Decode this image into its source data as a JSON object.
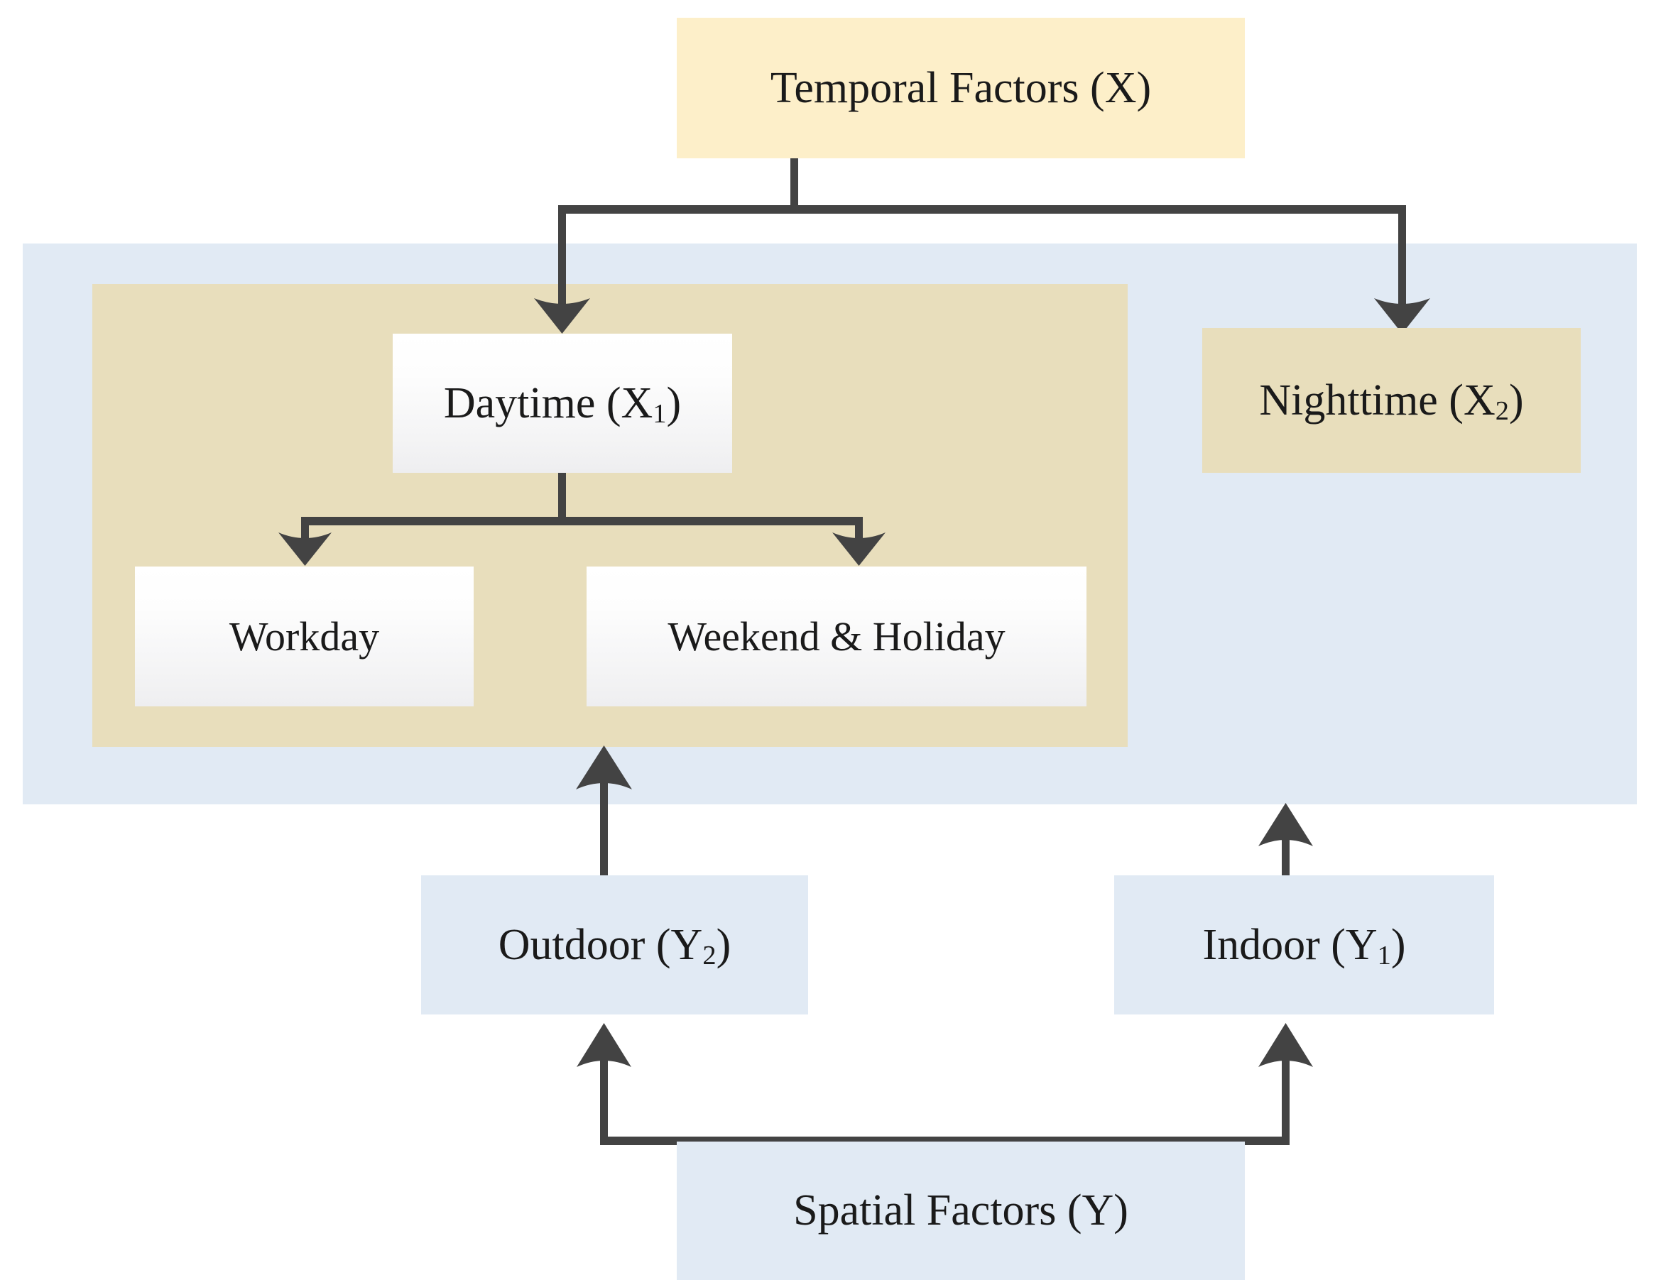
{
  "diagram": {
    "title_node": {
      "label": "Temporal Factors (X)",
      "sub": ""
    },
    "nodes": {
      "temporal_factors": {
        "label": "Temporal Factors (X)",
        "base": "Temporal Factors (X)",
        "sub": ""
      },
      "daytime": {
        "base": "Daytime (X",
        "sub": "1",
        "tail": ")",
        "label": "Daytime (X1)"
      },
      "nighttime": {
        "base": "Nighttime (X",
        "sub": "2",
        "tail": ")",
        "label": "Nighttime (X2)"
      },
      "workday": {
        "base": "Workday",
        "sub": "",
        "tail": "",
        "label": "Workday"
      },
      "weekend_holiday": {
        "base": "Weekend & Holiday",
        "sub": "",
        "tail": "",
        "label": "Weekend & Holiday"
      },
      "outdoor": {
        "base": "Outdoor (Y",
        "sub": "2",
        "tail": ")",
        "label": "Outdoor (Y2)"
      },
      "indoor": {
        "base": "Indoor (Y",
        "sub": "1",
        "tail": ")",
        "label": "Indoor (Y1)"
      },
      "spatial_factors": {
        "base": "Spatial Factors (Y)",
        "sub": "",
        "tail": "",
        "label": "Spatial Factors (Y)"
      }
    },
    "colors": {
      "cream": "#fdefc9",
      "tan": "#e8debc",
      "blue": "#e1eaf4",
      "white_box_top": "#ffffff",
      "white_box_bottom": "#eeeef0",
      "connector": "#434343",
      "text": "#1a1a1a"
    },
    "edges": [
      {
        "from": "temporal_factors",
        "to": "daytime",
        "style": "elbow-split"
      },
      {
        "from": "temporal_factors",
        "to": "nighttime",
        "style": "elbow-split"
      },
      {
        "from": "daytime",
        "to": "workday",
        "style": "elbow-split"
      },
      {
        "from": "daytime",
        "to": "weekend_holiday",
        "style": "elbow-split"
      },
      {
        "from": "outdoor",
        "to": "temporal_band",
        "style": "straight-up"
      },
      {
        "from": "indoor",
        "to": "temporal_band",
        "style": "straight-up"
      },
      {
        "from": "spatial_factors",
        "to": "outdoor",
        "style": "elbow-split-up"
      },
      {
        "from": "spatial_factors",
        "to": "indoor",
        "style": "elbow-split-up"
      }
    ]
  }
}
